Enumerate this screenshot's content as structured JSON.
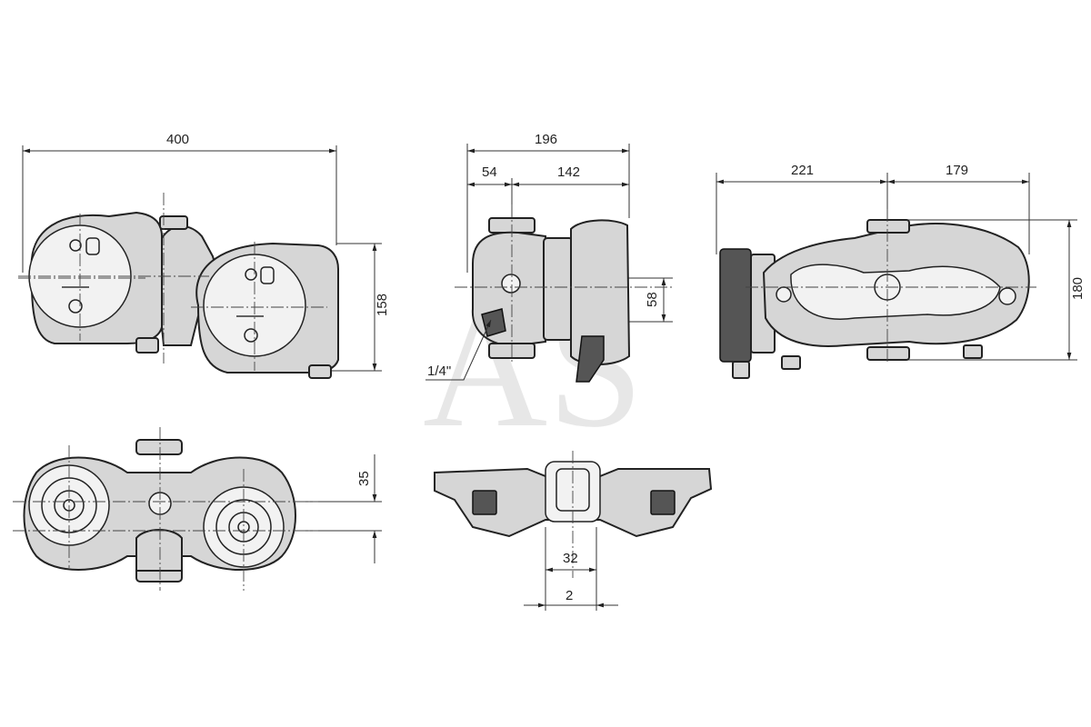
{
  "watermark": "AS",
  "views": {
    "front": {
      "width_label": "400",
      "height_label": "158"
    },
    "side": {
      "overall_label": "196",
      "left_label": "54",
      "right_label": "142",
      "port_label": "58",
      "thread_label": "1/4\""
    },
    "right": {
      "left_label": "221",
      "right_label": "179",
      "height_label": "180"
    },
    "bottom": {
      "offset_label": "35"
    },
    "top_detail": {
      "width_label": "32",
      "gap_label": "2"
    }
  },
  "colors": {
    "line": "#222222",
    "fill": "#d6d6d6",
    "watermark": "#e7e7e7"
  }
}
